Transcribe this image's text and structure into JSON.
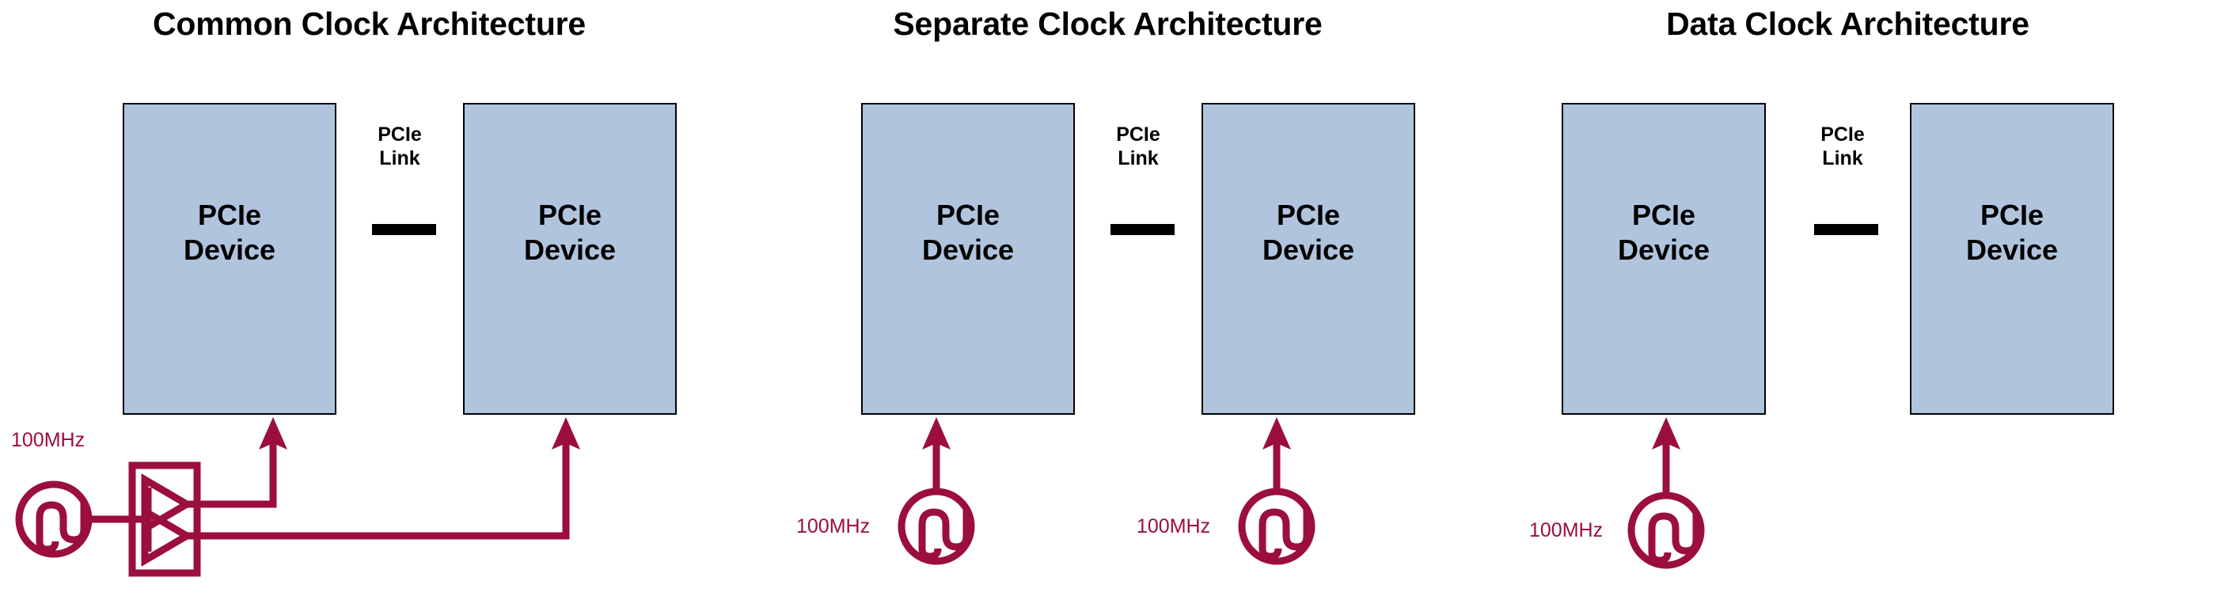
{
  "diagram": {
    "title_common": "Common Clock Architecture",
    "title_separate": "Separate Clock Architecture",
    "title_data": "Data Clock Architecture",
    "device_label": "PCIe\nDevice",
    "link_label": "PCIe\nLink",
    "clock_frequency": "100MHz",
    "colors": {
      "device_fill": "#b0c4de",
      "device_border": "#000000",
      "clock_net": "#9b0e3e",
      "link_bar": "#000000",
      "title_text": "#000000",
      "background": "#ffffff"
    }
  },
  "panels": [
    {
      "id": "common-clock",
      "title": "Common Clock Architecture",
      "devices": [
        {
          "label": "PCIe\nDevice",
          "clocked": true
        },
        {
          "label": "PCIe\nDevice",
          "clocked": true
        }
      ],
      "link": {
        "label": "PCIe\nLink"
      },
      "clock_sources": [
        {
          "frequency": "100MHz",
          "has_buffer": true,
          "buffer_outputs": 2
        }
      ]
    },
    {
      "id": "separate-clock",
      "title": "Separate Clock Architecture",
      "devices": [
        {
          "label": "PCIe\nDevice",
          "clocked": true
        },
        {
          "label": "PCIe\nDevice",
          "clocked": true
        }
      ],
      "link": {
        "label": "PCIe\nLink"
      },
      "clock_sources": [
        {
          "frequency": "100MHz",
          "has_buffer": false,
          "buffer_outputs": 0
        },
        {
          "frequency": "100MHz",
          "has_buffer": false,
          "buffer_outputs": 0
        }
      ]
    },
    {
      "id": "data-clock",
      "title": "Data Clock Architecture",
      "devices": [
        {
          "label": "PCIe\nDevice",
          "clocked": true
        },
        {
          "label": "PCIe\nDevice",
          "clocked": false
        }
      ],
      "link": {
        "label": "PCIe\nLink"
      },
      "clock_sources": [
        {
          "frequency": "100MHz",
          "has_buffer": false,
          "buffer_outputs": 0
        }
      ]
    }
  ],
  "icons": {
    "clock_source": "clock-source-icon",
    "clock_buffer": "clock-buffer-icon",
    "arrow": "arrow-up-icon"
  }
}
